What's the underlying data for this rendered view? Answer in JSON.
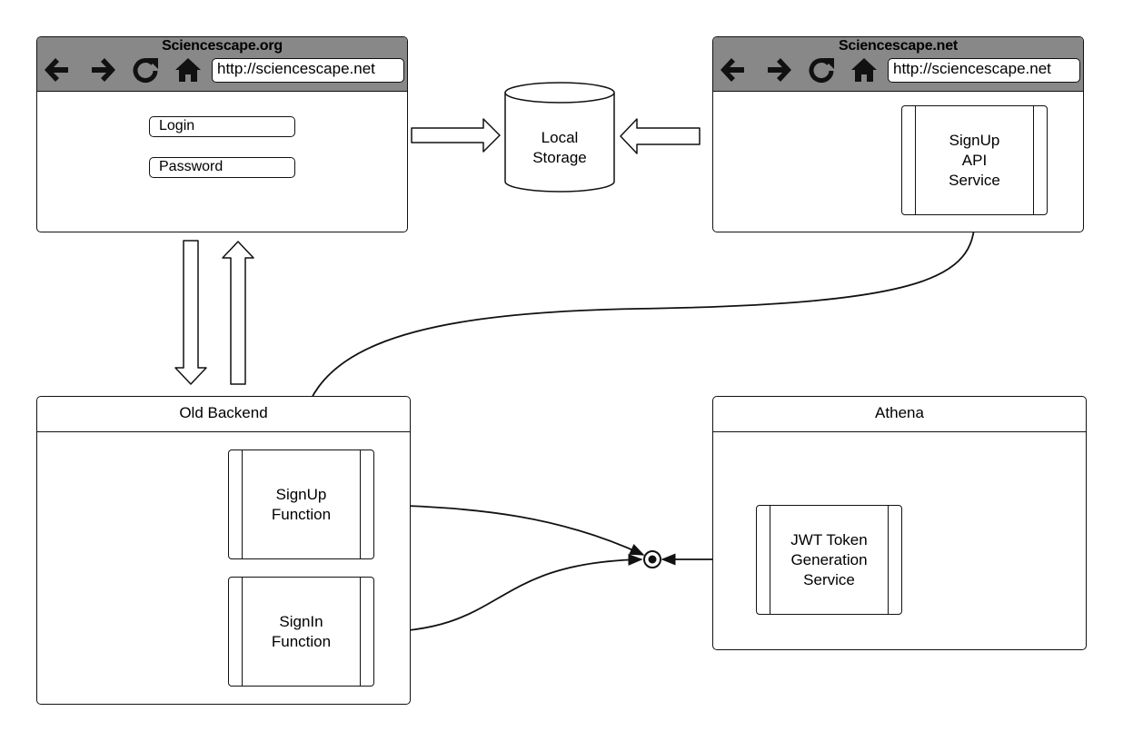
{
  "browser_left": {
    "title": "Sciencescape.org",
    "url": "http://sciencescape.net",
    "login_placeholder": "Login",
    "password_placeholder": "Password"
  },
  "browser_right": {
    "title": "Sciencescape.net",
    "url": "http://sciencescape.net",
    "service_label_line1": "SignUp",
    "service_label_line2": "API",
    "service_label_line3": "Service"
  },
  "storage": {
    "label_line1": "Local",
    "label_line2": "Storage"
  },
  "old_backend": {
    "title": "Old Backend",
    "signup_line1": "SignUp",
    "signup_line2": "Function",
    "signin_line1": "SignIn",
    "signin_line2": "Function"
  },
  "athena": {
    "title": "Athena",
    "jwt_line1": "JWT Token",
    "jwt_line2": "Generation",
    "jwt_line3": "Service"
  },
  "icons": [
    "back-arrow-icon",
    "forward-arrow-icon",
    "reload-icon",
    "home-icon"
  ]
}
